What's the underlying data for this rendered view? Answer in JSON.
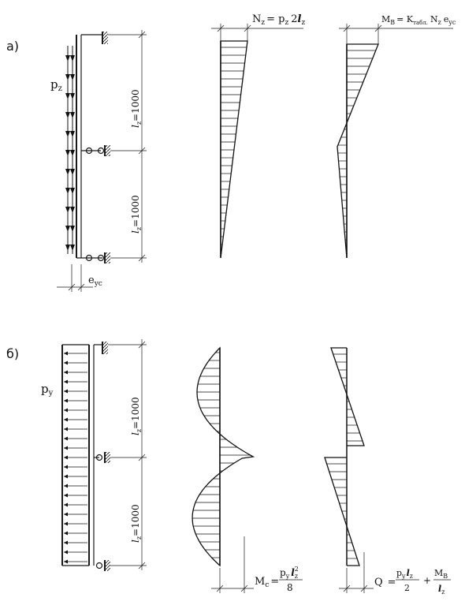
{
  "part_a": {
    "label": "а)",
    "load_label": "p",
    "load_sub": "z",
    "span_upper": "l",
    "span_upper_sub": "z",
    "span_upper_value": "=1000",
    "span_lower": "l",
    "span_lower_sub": "z",
    "span_lower_value": "=1000",
    "ecc_label": "e",
    "ecc_sub": "yc",
    "formula_N": "N",
    "formula_N_sub": "z",
    "formula_N_rhs": "= p",
    "formula_N_rhs_sub": "z",
    "formula_N_tail": "2",
    "formula_N_l": "l",
    "formula_N_l_sub": "z",
    "formula_M": "M",
    "formula_M_sub": "B",
    "formula_M_rhs": "= K",
    "formula_M_rhs_sub": "табл.",
    "formula_M_N": "N",
    "formula_M_N_sub": "z",
    "formula_M_e": "e",
    "formula_M_e_sub": "yc"
  },
  "part_b": {
    "label": "б)",
    "load_label": "p",
    "load_sub": "y",
    "span_upper": "l",
    "span_upper_sub": "z",
    "span_upper_value": "=1000",
    "span_lower": "l",
    "span_lower_sub": "z",
    "span_lower_value": "=1000",
    "formula_M": "M",
    "formula_M_sub": "c",
    "formula_M_eq": "=",
    "formula_M_num": "p",
    "formula_M_num_sub": "y",
    "formula_M_num_l": "l",
    "formula_M_num_l_sup": "2",
    "formula_M_num_l_sub": "z",
    "formula_M_den": "8",
    "formula_Q": "Q",
    "formula_Q_eq": "=",
    "formula_Q_num1": "p",
    "formula_Q_num1_sub": "y",
    "formula_Q_num1_l": "l",
    "formula_Q_num1_l_sub": "z",
    "formula_Q_den1": "2",
    "formula_Q_plus": "+",
    "formula_Q_num2": "M",
    "formula_Q_num2_sub": "B",
    "formula_Q_den2": "l",
    "formula_Q_den2_sub": "z"
  }
}
